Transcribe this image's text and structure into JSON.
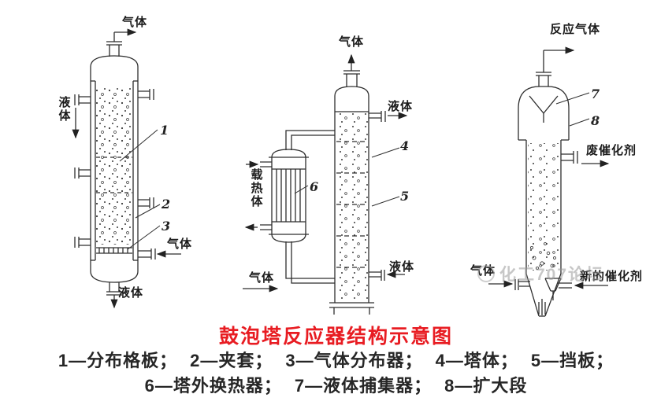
{
  "title": "鼓泡塔反应器结构示意图",
  "colors": {
    "title_red": "#e81c22",
    "line_ink": "#2e2e2e",
    "watermark_gray": "#9b9b9b"
  },
  "legend": {
    "items": [
      "1—分布格板；",
      "2—夹套；",
      "3—气体分布器；",
      "4—塔体；",
      "5—挡板；",
      "6—塔外换热器；",
      "7—液体捕集器；",
      "8—扩大段"
    ]
  },
  "watermark": "化工707论坛",
  "reactor_left": {
    "gas_out_top": "气体",
    "liquid_in_left": "液体",
    "gas_in_bottom": "气体",
    "liquid_out_bottom": "液体",
    "n1": "1",
    "n2": "2",
    "n3": "3"
  },
  "reactor_middle": {
    "gas_out_top": "气体",
    "liquid_out_top": "液体",
    "heat_carrier": "载热体",
    "gas_in_bottom": "气体",
    "liquid_in_bottom": "液体",
    "n4": "4",
    "n5": "5",
    "n6": "6"
  },
  "reactor_right": {
    "reaction_gas_out": "反应气体",
    "spent_catalyst_out": "废催化剂",
    "gas_in_bottom": "气体",
    "new_catalyst_in": "新的催化剂",
    "n7": "7",
    "n8": "8"
  }
}
